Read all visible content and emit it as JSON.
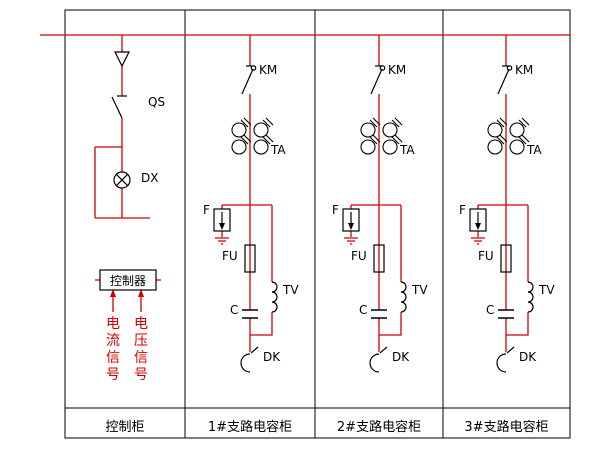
{
  "colors": {
    "wire": "#d40000",
    "symbol": "#000000",
    "border": "#000000",
    "background": "#ffffff"
  },
  "panels": [
    {
      "name": "控制柜"
    },
    {
      "name": "1#支路电容柜"
    },
    {
      "name": "2#支路电容柜"
    },
    {
      "name": "3#支路电容柜"
    }
  ],
  "control": {
    "qs": "QS",
    "dx": "DX",
    "controller": "控制器",
    "current_signal": "电流信号",
    "voltage_signal": "电压信号"
  },
  "symbols": {
    "km": "KM",
    "ta": "TA",
    "f": "F",
    "fu": "FU",
    "tv": "TV",
    "c": "C",
    "dk": "DK"
  }
}
